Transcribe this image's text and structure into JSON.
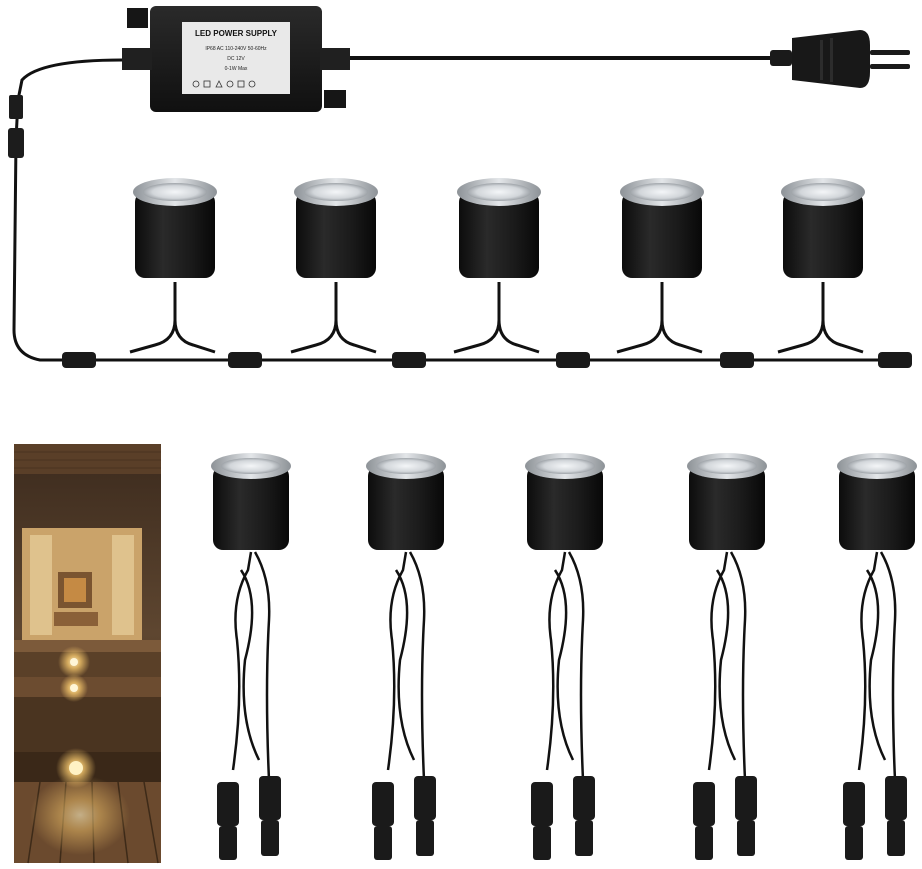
{
  "power_supply": {
    "label_lines": [
      "LED POWER SUPPLY",
      "IP68 AC 110-240V 50-60Hz",
      "DC 12V",
      "0-1W Max"
    ]
  },
  "colors": {
    "background": "#ffffff",
    "housing": "#1c1c1c",
    "cable": "#111111",
    "lens": "#d8dce0",
    "rim": "#c9cdd1",
    "warm_light": "#f2c46b",
    "wood": "#6b4a2e"
  },
  "product": {
    "lights_top_row": 5,
    "lights_bottom_row": 5
  },
  "icons": {
    "plug": "eu-plug-icon",
    "connector": "waterproof-connector-icon"
  }
}
